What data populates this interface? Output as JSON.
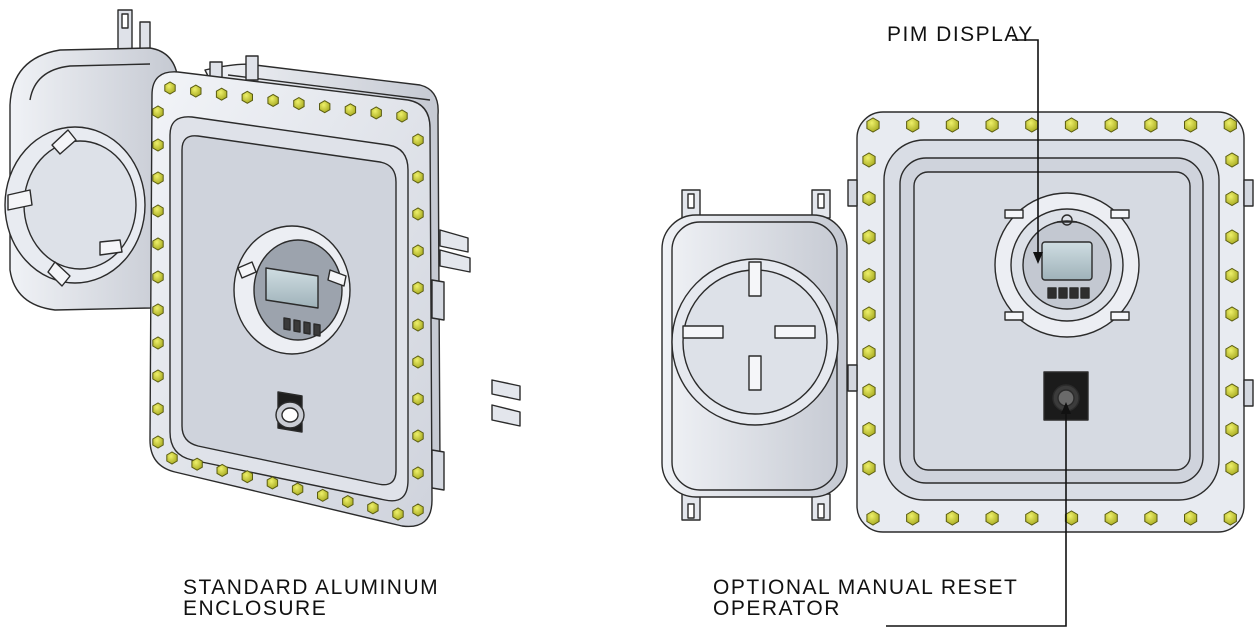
{
  "labels": {
    "left_caption_line1": "STANDARD ALUMINUM",
    "left_caption_line2": "ENCLOSURE",
    "pim_display": "PIM DISPLAY",
    "reset_line1": "OPTIONAL MANUAL RESET",
    "reset_line2": "OPERATOR"
  },
  "colors": {
    "enclosure_face": "#e4e7ee",
    "enclosure_shadow": "#b9bdc7",
    "outline": "#2b2b2b",
    "bolt": "#d7d83a",
    "bolt_shade": "#9fa31d",
    "screen": "#b9c9cf"
  }
}
